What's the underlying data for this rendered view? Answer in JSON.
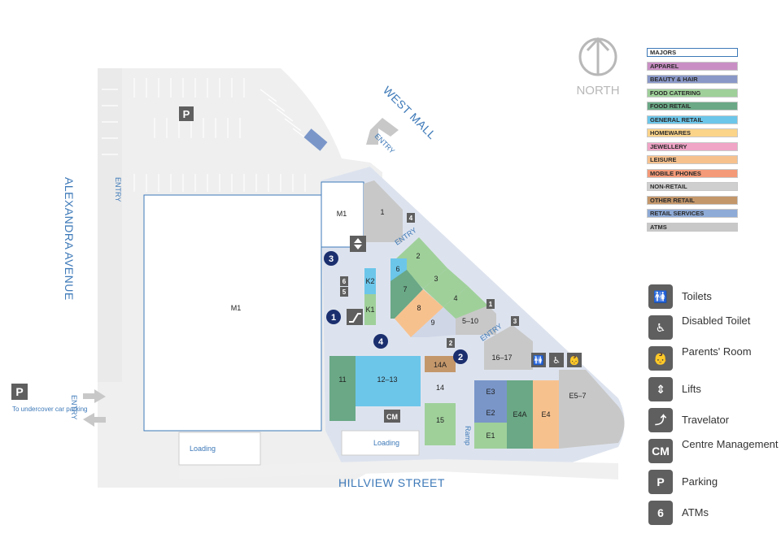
{
  "streets": {
    "west_mall": "WEST MALL",
    "alexandra": "ALEXANDRA AVENUE",
    "hillview": "HILLVIEW STREET"
  },
  "north": "NORTH",
  "labels": {
    "entry": "ENTRY",
    "loading": "Loading",
    "ramp": "Ramp",
    "undercover": "To undercover car parking",
    "parking_p": "P"
  },
  "legend": [
    {
      "label": "MAJORS",
      "color": "#ffffff"
    },
    {
      "label": "APPAREL",
      "color": "#c98fc4"
    },
    {
      "label": "BEAUTY & HAIR",
      "color": "#8a98c8"
    },
    {
      "label": "FOOD CATERING",
      "color": "#9fd09a"
    },
    {
      "label": "FOOD RETAIL",
      "color": "#6aa886"
    },
    {
      "label": "GENERAL RETAIL",
      "color": "#6cc6ea"
    },
    {
      "label": "HOMEWARES",
      "color": "#fbd48a"
    },
    {
      "label": "JEWELLERY",
      "color": "#f0a4c6"
    },
    {
      "label": "LEISURE",
      "color": "#f7c18e"
    },
    {
      "label": "MOBILE PHONES",
      "color": "#f49a78"
    },
    {
      "label": "NON-RETAIL",
      "color": "#cfcfcf"
    },
    {
      "label": "OTHER RETAIL",
      "color": "#c4976a"
    },
    {
      "label": "RETAIL SERVICES",
      "color": "#8eaad6"
    },
    {
      "label": "ATMS",
      "color": "#c8c8c8"
    }
  ],
  "key": [
    {
      "icon": "toilets-icon",
      "glyph": "🚻",
      "label": "Toilets"
    },
    {
      "icon": "disabled-toilet-icon",
      "glyph": "♿",
      "label": "Disabled Toilet"
    },
    {
      "icon": "parents-room-icon",
      "glyph": "👶",
      "label": "Parents' Room"
    },
    {
      "icon": "lifts-icon",
      "glyph": "⇕",
      "label": "Lifts"
    },
    {
      "icon": "travelator-icon",
      "glyph": "⤴",
      "label": "Travelator"
    },
    {
      "icon": "centre-management-icon",
      "glyph": "CM",
      "label": "Centre Management"
    },
    {
      "icon": "parking-icon",
      "glyph": "P",
      "label": "Parking"
    },
    {
      "icon": "atm-icon",
      "glyph": "6",
      "label": "ATMs"
    }
  ],
  "units": {
    "m1_big": "M1",
    "m1_small": "M1",
    "u1": "1",
    "u2": "2",
    "u3": "3",
    "u4": "4",
    "u5_10": "5–10",
    "u6": "6",
    "u7": "7",
    "u8": "8",
    "u9": "9",
    "u11": "11",
    "u12_13": "12–13",
    "u14": "14",
    "u14a": "14A",
    "u15": "15",
    "u16_17": "16–17",
    "k1": "K1",
    "k2": "K2",
    "e1": "E1",
    "e2": "E2",
    "e3": "E3",
    "e4": "E4",
    "e4a": "E4A",
    "e5_7": "E5–7",
    "cm": "CM"
  },
  "markers": [
    "1",
    "2",
    "3",
    "4"
  ],
  "atm_tags": [
    "4",
    "6",
    "5",
    "1",
    "3",
    "2"
  ]
}
